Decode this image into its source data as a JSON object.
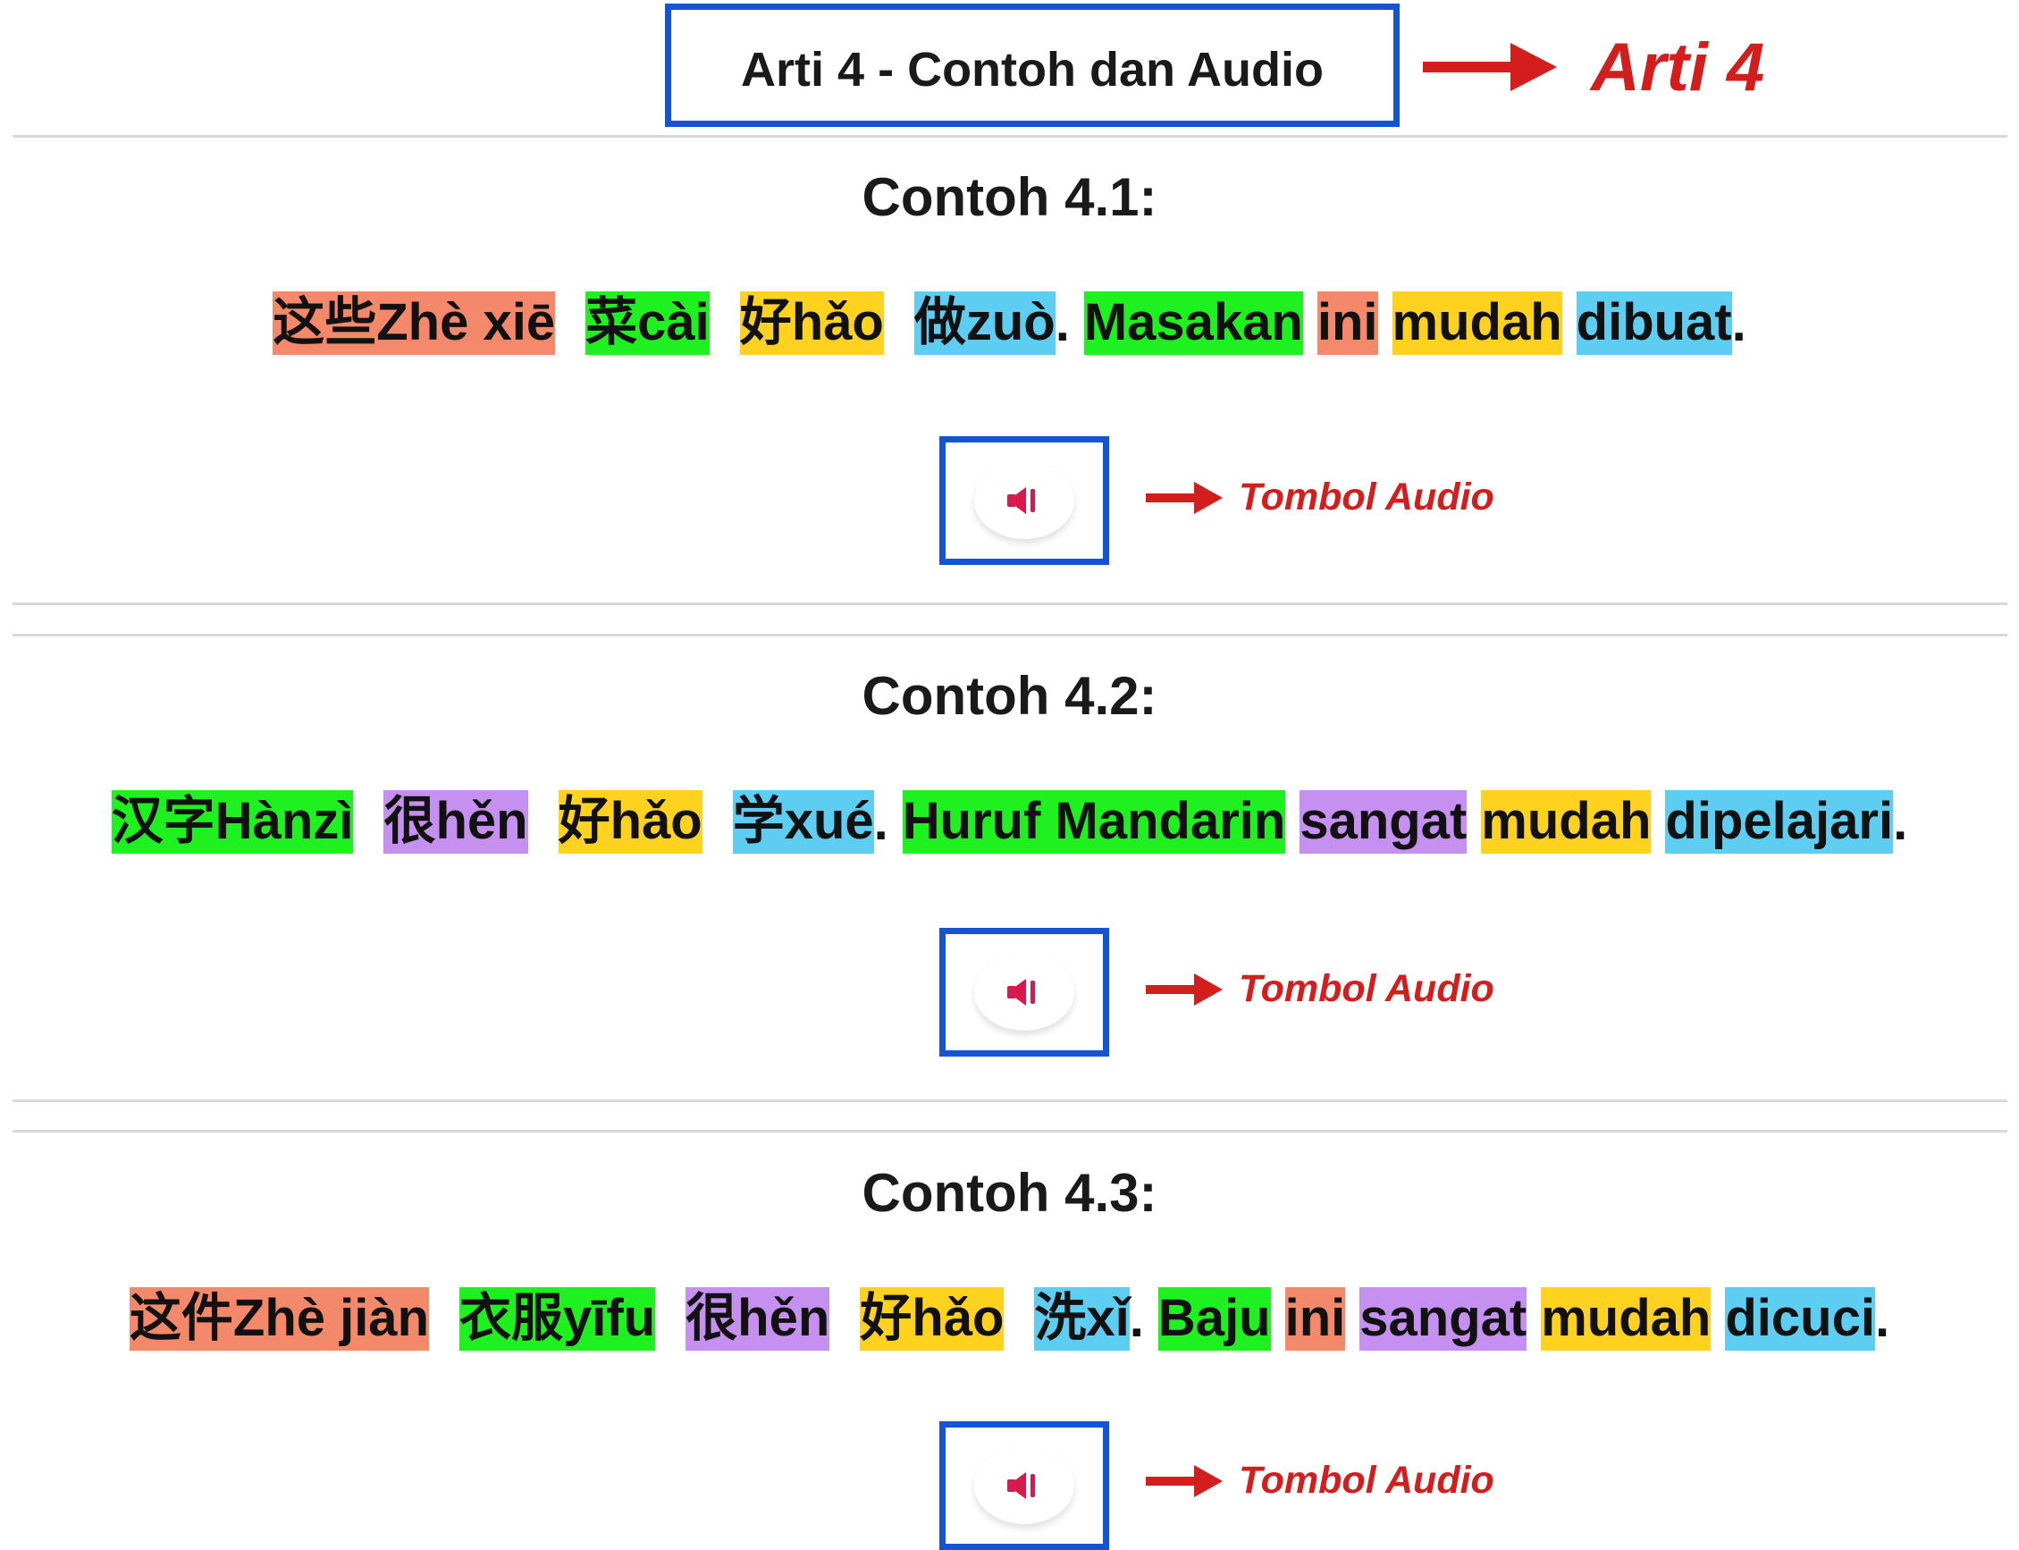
{
  "header": {
    "title": "Arti 4 - Contoh dan Audio",
    "annotation": "Arti 4"
  },
  "annotation_audio_label": "Tombol Audio",
  "colors": {
    "box_border": "#1155d4",
    "annotation_red": "#d41e1e",
    "salmon": "#f4886b",
    "green": "#1ff01f",
    "yellow": "#ffd21f",
    "cyan": "#5dcdf1",
    "purple": "#c590f0"
  },
  "examples": [
    {
      "title": "Contoh 4.1:",
      "chinese": [
        {
          "text": "这些Zhè xiē",
          "color": "salmon"
        },
        {
          "text": "菜cài",
          "color": "green"
        },
        {
          "text": "好hǎo",
          "color": "yellow"
        },
        {
          "text": "做zuò",
          "color": "cyan"
        }
      ],
      "indonesian": [
        {
          "text": "Masakan",
          "color": "green"
        },
        {
          "text": "ini",
          "color": "salmon"
        },
        {
          "text": "mudah",
          "color": "yellow"
        },
        {
          "text": "dibuat",
          "color": "cyan"
        }
      ],
      "audio_icon": "speaker-icon"
    },
    {
      "title": "Contoh 4.2:",
      "chinese": [
        {
          "text": "汉字Hànzì",
          "color": "green"
        },
        {
          "text": "很hěn",
          "color": "purple"
        },
        {
          "text": "好hǎo",
          "color": "yellow"
        },
        {
          "text": "学xué",
          "color": "cyan"
        }
      ],
      "indonesian": [
        {
          "text": "Huruf Mandarin",
          "color": "green"
        },
        {
          "text": "sangat",
          "color": "purple"
        },
        {
          "text": "mudah",
          "color": "yellow"
        },
        {
          "text": "dipelajari",
          "color": "cyan"
        }
      ],
      "audio_icon": "speaker-icon"
    },
    {
      "title": "Contoh 4.3:",
      "chinese": [
        {
          "text": "这件Zhè jiàn",
          "color": "salmon"
        },
        {
          "text": "衣服yīfu",
          "color": "green"
        },
        {
          "text": "很hěn",
          "color": "purple"
        },
        {
          "text": "好hǎo",
          "color": "yellow"
        },
        {
          "text": "洗xǐ",
          "color": "cyan"
        }
      ],
      "indonesian": [
        {
          "text": "Baju",
          "color": "green"
        },
        {
          "text": "ini",
          "color": "salmon"
        },
        {
          "text": "sangat",
          "color": "purple"
        },
        {
          "text": "mudah",
          "color": "yellow"
        },
        {
          "text": "dicuci",
          "color": "cyan"
        }
      ],
      "audio_icon": "speaker-icon"
    }
  ]
}
